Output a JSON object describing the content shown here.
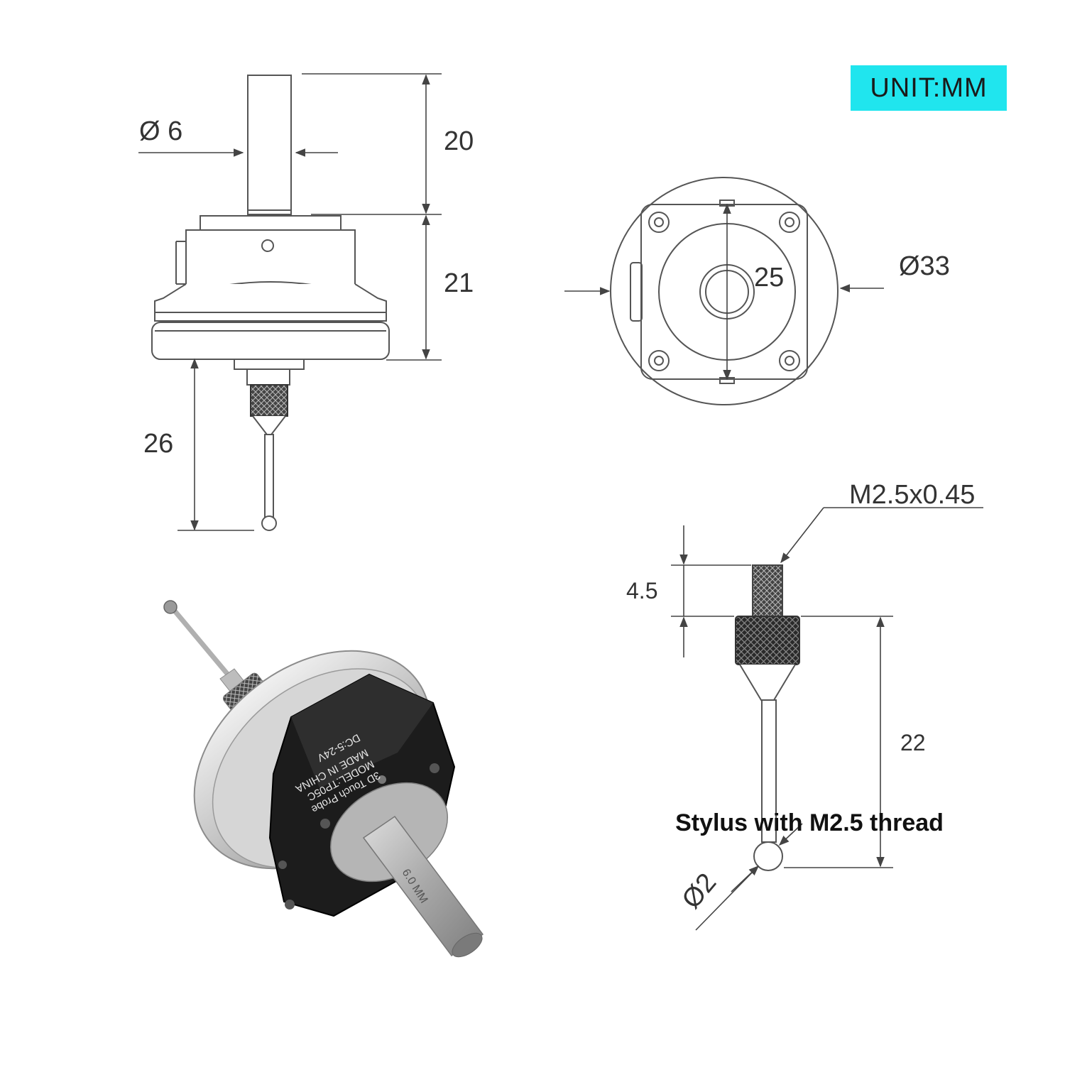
{
  "unit_badge": {
    "text": "UNIT:MM",
    "color": "#20e5ee"
  },
  "side_view": {
    "shank_diameter": "Ø 6",
    "shank_length": "20",
    "body_height": "21",
    "stylus_length": "26"
  },
  "top_view": {
    "inner_dimension": "25",
    "outer_diameter": "Ø33"
  },
  "stylus_view": {
    "thread_spec": "M2.5x0.45",
    "thread_length": "4.5",
    "stylus_length": "22",
    "ball_diameter": "Ø2",
    "caption": "Stylus with M2.5 thread"
  },
  "product_photo": {
    "label_lines": [
      "3D Touch Probe",
      "MODEL:TP05C",
      "MADE IN CHINA",
      "DC:5-24V"
    ],
    "shank_mark": "6.0 MM"
  },
  "colors": {
    "line": "#555555",
    "body_dark": "#1c1c1c",
    "steel": "#c4c4c4"
  }
}
